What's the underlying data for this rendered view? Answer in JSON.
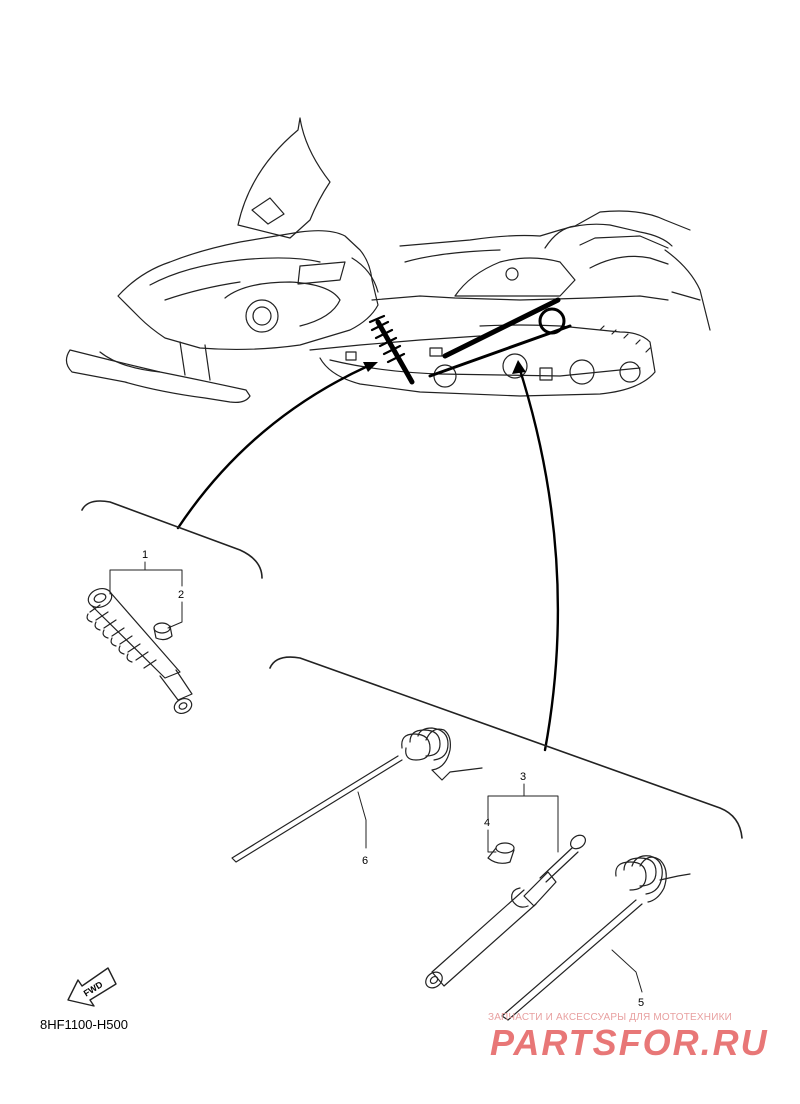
{
  "diagram_code": "8HF1100-H500",
  "fwd_label": "FWD",
  "callouts": {
    "c1": "1",
    "c2": "2",
    "c3": "3",
    "c4": "4",
    "c5": "5",
    "c6": "6"
  },
  "watermark": {
    "tagline": "ЗАПЧАСТИ И АКСЕССУАРЫ ДЛЯ МОТОТЕХНИКИ",
    "brand": "PARTSFOR.RU",
    "color": "#e14a4a"
  }
}
